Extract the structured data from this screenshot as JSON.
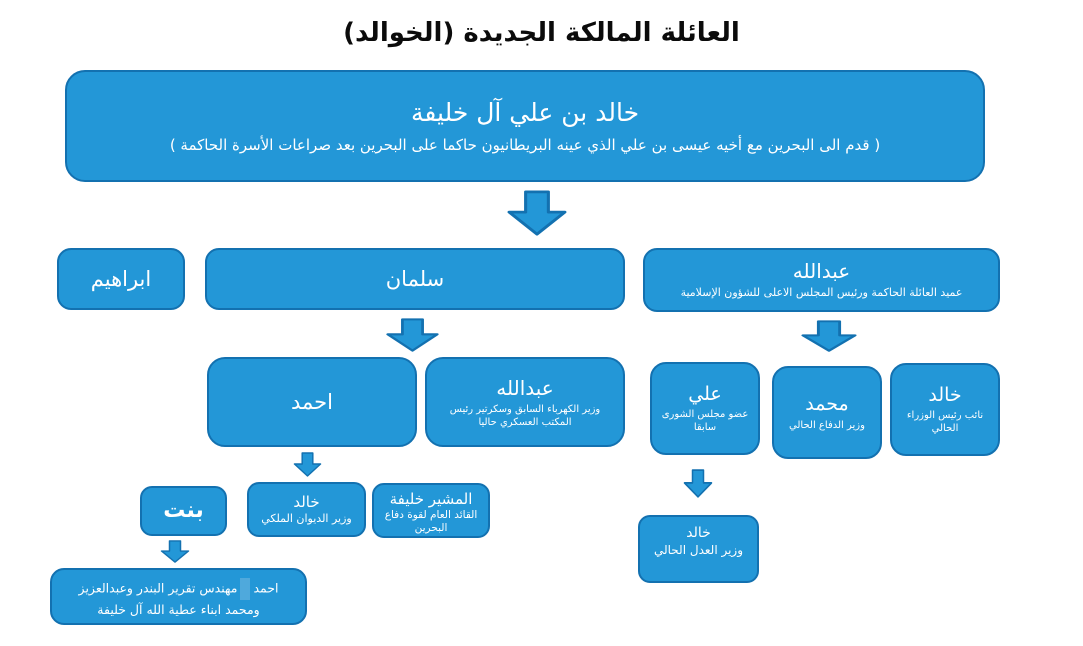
{
  "page_title": "العائلة المالكة الجديدة (الخوالد)",
  "colors": {
    "box_fill": "#2397d7",
    "box_border": "#1371b0",
    "text": "#ffffff",
    "title_text": "#0b0b0b",
    "highlight_bar": "#4fa9dc"
  },
  "nodes": {
    "root": {
      "name": "خالد بن علي آل خليفة",
      "note": "( قدم الى البحرين مع أخيه عيسى بن علي الذي عينه البريطانيون حاكما على البحرين بعد صراعات الأسرة الحاكمة )"
    },
    "ibrahim": {
      "name": "ابراهيم"
    },
    "salman": {
      "name": "سلمان"
    },
    "abdullah_dean": {
      "name": "عبدالله",
      "note": "عميد العائلة الحاكمة ورئيس المجلس الاعلى للشؤون الإسلامية"
    },
    "ahmed": {
      "name": "احمد"
    },
    "abdullah_military": {
      "name": "عبدالله",
      "note": "وزير الكهرباء السابق وسكرتير رئيس المكتب العسكري حاليا"
    },
    "ali": {
      "name": "علي",
      "note": "عضو مجلس الشورى سابقا"
    },
    "mohammed": {
      "name": "محمد",
      "note": "وزير الدفاع الحالي"
    },
    "khalid_deputy_pm": {
      "name": "خالد",
      "note": "نائب رئيس الوزراء الحالي"
    },
    "bint": {
      "name": "بنت"
    },
    "khalid_royal_court": {
      "name": "خالد",
      "note": "وزير الديوان الملكي"
    },
    "marshal_khalifa": {
      "name": "المشير خليفة",
      "note": "القائد العام لقوة دفاع البحرين"
    },
    "khalid_justice": {
      "name": "خالد",
      "note": "وزير العدل الحالي"
    },
    "bandar_sons": {
      "name": "احمد",
      "note": "مهندس تقرير البندر وعبدالعزيز ومحمد ابناء عطية الله آل خليفة"
    }
  }
}
